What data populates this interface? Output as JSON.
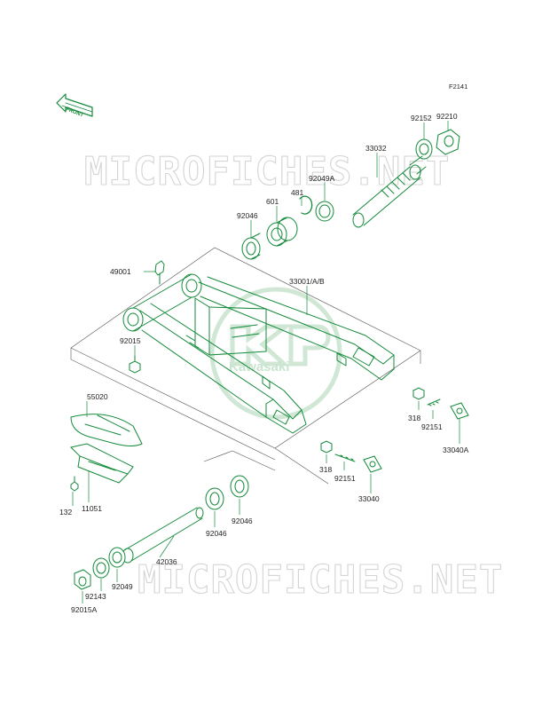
{
  "figure_ref": "F2141",
  "front_marker": "FRONT",
  "watermarks": {
    "site_text": "MICROFICHES.NET",
    "brand_text": "Kawasaki"
  },
  "parts": [
    {
      "id": "p92210",
      "number": "92210"
    },
    {
      "id": "p92152",
      "number": "92152"
    },
    {
      "id": "p33032",
      "number": "33032"
    },
    {
      "id": "p92049A",
      "number": "92049A"
    },
    {
      "id": "p481",
      "number": "481"
    },
    {
      "id": "p601",
      "number": "601"
    },
    {
      "id": "p92046a",
      "number": "92046"
    },
    {
      "id": "p49001",
      "number": "49001"
    },
    {
      "id": "p33001",
      "number": "33001/A/B"
    },
    {
      "id": "p92015",
      "number": "92015"
    },
    {
      "id": "p55020",
      "number": "55020"
    },
    {
      "id": "p318a",
      "number": "318"
    },
    {
      "id": "p92151a",
      "number": "92151"
    },
    {
      "id": "p33040A",
      "number": "33040A"
    },
    {
      "id": "p318b",
      "number": "318"
    },
    {
      "id": "p92151b",
      "number": "92151"
    },
    {
      "id": "p33040",
      "number": "33040"
    },
    {
      "id": "p132",
      "number": "132"
    },
    {
      "id": "p11051",
      "number": "11051"
    },
    {
      "id": "p92046b",
      "number": "92046"
    },
    {
      "id": "p92046c",
      "number": "92046"
    },
    {
      "id": "p42036",
      "number": "42036"
    },
    {
      "id": "p92049",
      "number": "92049"
    },
    {
      "id": "p92143",
      "number": "92143"
    },
    {
      "id": "p92015A",
      "number": "92015A"
    }
  ]
}
